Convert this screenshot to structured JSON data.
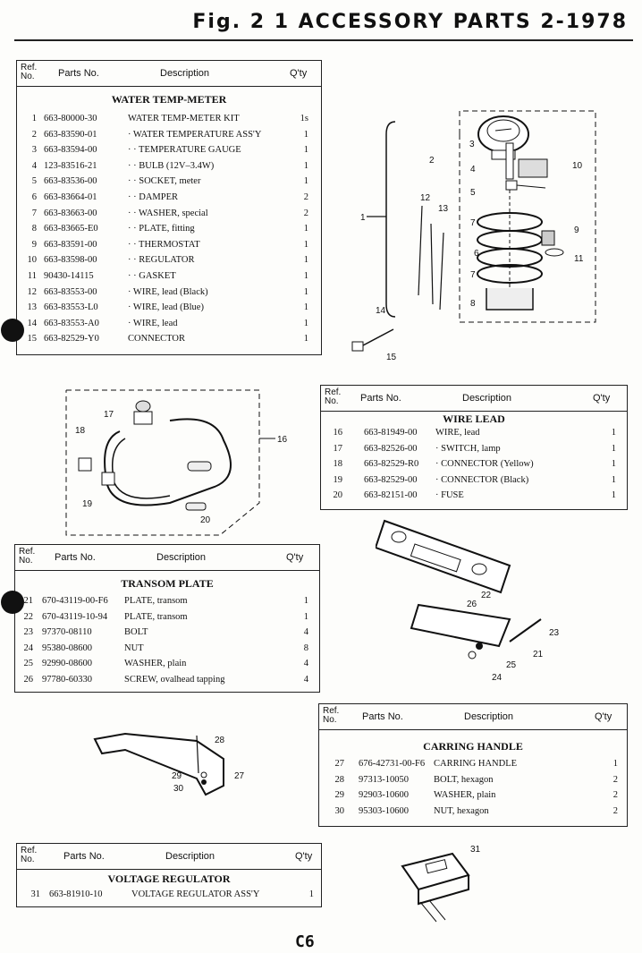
{
  "header": {
    "title": "Fig. 2 1  ACCESSORY  PARTS 2-1978"
  },
  "columns": {
    "ref_line1": "Ref.",
    "ref_line2": "No.",
    "parts_no": "Parts No.",
    "description": "Description",
    "qty": "Q'ty"
  },
  "tables": {
    "water_temp": {
      "section": "WATER TEMP-METER",
      "rows": [
        {
          "no": "1",
          "part": "663-80000-30",
          "desc": "WATER TEMP-METER KIT",
          "qty": "1s"
        },
        {
          "no": "2",
          "part": "663-83590-01",
          "desc": "· WATER TEMPERATURE ASS'Y",
          "qty": "1"
        },
        {
          "no": "3",
          "part": "663-83594-00",
          "desc": "· · TEMPERATURE GAUGE",
          "qty": "1"
        },
        {
          "no": "4",
          "part": "123-83516-21",
          "desc": "· · BULB (12V–3.4W)",
          "qty": "1"
        },
        {
          "no": "5",
          "part": "663-83536-00",
          "desc": "· · SOCKET, meter",
          "qty": "1"
        },
        {
          "no": "6",
          "part": "663-83664-01",
          "desc": "· · DAMPER",
          "qty": "2"
        },
        {
          "no": "7",
          "part": "663-83663-00",
          "desc": "· · WASHER, special",
          "qty": "2"
        },
        {
          "no": "8",
          "part": "663-83665-E0",
          "desc": "· · PLATE, fitting",
          "qty": "1"
        },
        {
          "no": "9",
          "part": "663-83591-00",
          "desc": "· · THERMOSTAT",
          "qty": "1"
        },
        {
          "no": "10",
          "part": "663-83598-00",
          "desc": "· · REGULATOR",
          "qty": "1"
        },
        {
          "no": "11",
          "part": "90430-14115",
          "desc": "· · GASKET",
          "qty": "1"
        },
        {
          "no": "12",
          "part": "663-83553-00",
          "desc": "· WIRE, lead (Black)",
          "qty": "1"
        },
        {
          "no": "13",
          "part": "663-83553-L0",
          "desc": "· WIRE, lead (Blue)",
          "qty": "1"
        },
        {
          "no": "14",
          "part": "663-83553-A0",
          "desc": "· WIRE, lead",
          "qty": "1"
        },
        {
          "no": "15",
          "part": "663-82529-Y0",
          "desc": "CONNECTOR",
          "qty": "1"
        }
      ]
    },
    "wire_lead": {
      "section": "WIRE LEAD",
      "rows": [
        {
          "no": "16",
          "part": "663-81949-00",
          "desc": "WIRE, lead",
          "qty": "1"
        },
        {
          "no": "17",
          "part": "663-82526-00",
          "desc": "· SWITCH, lamp",
          "qty": "1"
        },
        {
          "no": "18",
          "part": "663-82529-R0",
          "desc": "· CONNECTOR (Yellow)",
          "qty": "1"
        },
        {
          "no": "19",
          "part": "663-82529-00",
          "desc": "· CONNECTOR (Black)",
          "qty": "1"
        },
        {
          "no": "20",
          "part": "663-82151-00",
          "desc": "· FUSE",
          "qty": "1"
        }
      ]
    },
    "transom": {
      "section": "TRANSOM PLATE",
      "rows": [
        {
          "no": "21",
          "part": "670-43119-00-F6",
          "desc": "PLATE, transom",
          "qty": "1"
        },
        {
          "no": "22",
          "part": "670-43119-10-94",
          "desc": "PLATE, transom",
          "qty": "1"
        },
        {
          "no": "23",
          "part": "97370-08110",
          "desc": "BOLT",
          "qty": "4"
        },
        {
          "no": "24",
          "part": "95380-08600",
          "desc": "NUT",
          "qty": "8"
        },
        {
          "no": "25",
          "part": "92990-08600",
          "desc": "WASHER, plain",
          "qty": "4"
        },
        {
          "no": "26",
          "part": "97780-60330",
          "desc": "SCREW, ovalhead tapping",
          "qty": "4"
        }
      ]
    },
    "carring_handle": {
      "section": "CARRING HANDLE",
      "rows": [
        {
          "no": "27",
          "part": "676-42731-00-F6",
          "desc": "CARRING HANDLE",
          "qty": "1"
        },
        {
          "no": "28",
          "part": "97313-10050",
          "desc": "BOLT, hexagon",
          "qty": "2"
        },
        {
          "no": "29",
          "part": "92903-10600",
          "desc": "WASHER, plain",
          "qty": "2"
        },
        {
          "no": "30",
          "part": "95303-10600",
          "desc": "NUT, hexagon",
          "qty": "2"
        }
      ]
    },
    "voltage_regulator": {
      "section": "VOLTAGE REGULATOR",
      "rows": [
        {
          "no": "31",
          "part": "663-81910-10",
          "desc": "VOLTAGE REGULATOR ASS'Y",
          "qty": "1"
        }
      ]
    }
  },
  "callouts": {
    "c1": "1",
    "c2": "2",
    "c3": "3",
    "c4": "4",
    "c5": "5",
    "c6": "6",
    "c7": "7",
    "c8": "8",
    "c9": "9",
    "c10": "10",
    "c11": "11",
    "c12": "12",
    "c13": "13",
    "c14": "14",
    "c15": "15",
    "c16": "16",
    "c17": "17",
    "c18": "18",
    "c19": "19",
    "c20": "20",
    "c21": "21",
    "c22": "22",
    "c23": "23",
    "c24": "24",
    "c25": "25",
    "c26": "26",
    "c27": "27",
    "c28": "28",
    "c29": "29",
    "c30": "30",
    "c31": "31"
  },
  "footer": {
    "page_number": "C6"
  }
}
